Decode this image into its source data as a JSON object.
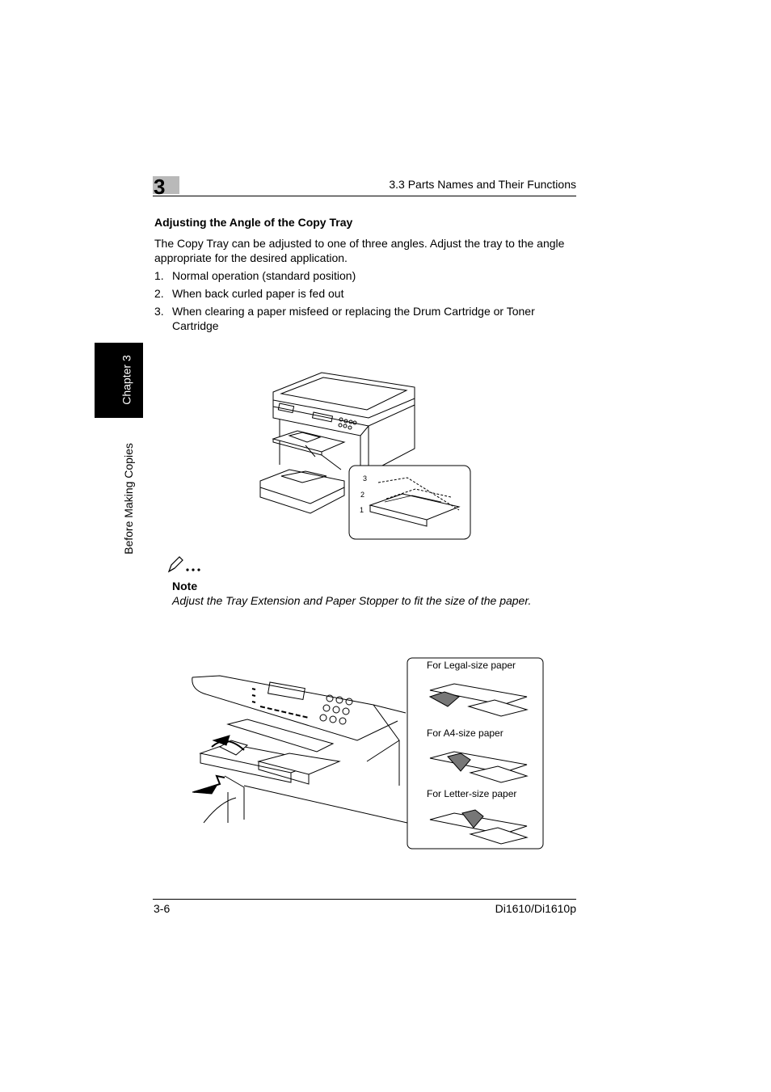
{
  "header": {
    "chapter_number": "3",
    "section_title": "3.3 Parts Names and Their Functions"
  },
  "side_tab": {
    "chapter_label": "Chapter 3",
    "section_label": "Before Making Copies"
  },
  "content": {
    "heading": "Adjusting the Angle of the Copy Tray",
    "intro": "The Copy Tray can be adjusted to one of three angles. Adjust the tray to the angle appropriate for the desired application.",
    "list": [
      {
        "num": "1.",
        "text": "Normal operation (standard position)"
      },
      {
        "num": "2.",
        "text": "When back curled paper is fed out"
      },
      {
        "num": "3.",
        "text": "When clearing a paper misfeed or replacing the Drum Cartridge or Toner Cartridge"
      }
    ]
  },
  "figure1": {
    "angle_labels": [
      "3",
      "2",
      "1"
    ]
  },
  "note": {
    "label": "Note",
    "text": "Adjust the Tray Extension and Paper Stopper to fit the size of the paper."
  },
  "figure2": {
    "callouts": [
      "For Legal-size paper",
      "For A4-size paper",
      "For Letter-size paper"
    ]
  },
  "footer": {
    "page_number": "3-6",
    "model": "Di1610/Di1610p"
  }
}
